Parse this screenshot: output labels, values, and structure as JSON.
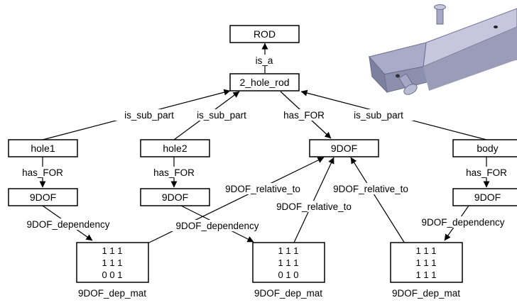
{
  "nodes": {
    "rod": "ROD",
    "two_hole_rod": "2_hole_rod",
    "hole1": "hole1",
    "hole2": "hole2",
    "center_9dof": "9DOF",
    "body": "body",
    "dof_hole1": "9DOF",
    "dof_hole2": "9DOF",
    "dof_body": "9DOF"
  },
  "edge_labels": {
    "is_a": "is_a",
    "is_sub_part_1": "is_sub_part",
    "is_sub_part_2": "is_sub_part",
    "has_for_center": "has_FOR",
    "is_sub_part_3": "is_sub_part",
    "has_for_hole1": "has_FOR",
    "has_for_hole2": "has_FOR",
    "has_for_body": "has_FOR",
    "dep_1": "9DOF_dependency",
    "dep_2": "9DOF_dependency",
    "dep_3": "9DOF_dependency",
    "rel_1": "9DOF_relative_to",
    "rel_2": "9DOF_relative_to",
    "rel_3": "9DOF_relative_to"
  },
  "matrices": [
    {
      "rows": [
        "1 1 1",
        "1 1 1",
        "0 0 1"
      ],
      "caption": "9DOF_dep_mat"
    },
    {
      "rows": [
        "1 1 1",
        "1 1 1",
        "0 1 0"
      ],
      "caption": "9DOF_dep_mat"
    },
    {
      "rows": [
        "1 1 1",
        "1 1 1",
        "1 1 1"
      ],
      "caption": "9DOF_dep_mat"
    }
  ],
  "colors": {
    "rod_illustration": "#9a9cb8"
  }
}
